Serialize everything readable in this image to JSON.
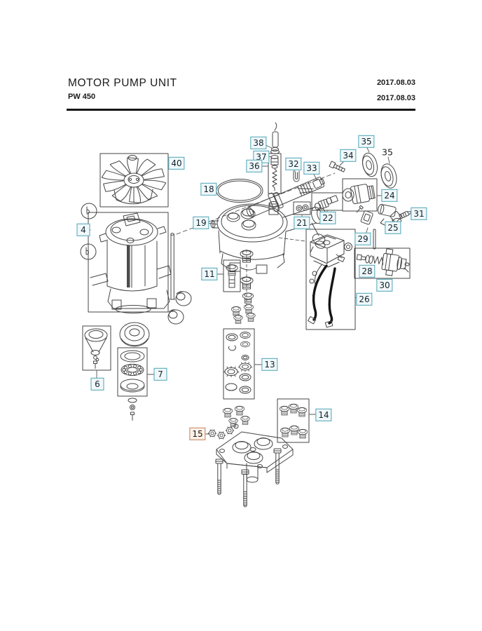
{
  "header": {
    "title": "MOTOR PUMP UNIT",
    "model": "PW 450",
    "date_line1": "2017.08.03",
    "date_line2": "2017.08.03"
  },
  "diagram": {
    "callouts": [
      {
        "num": "40"
      },
      {
        "num": "38"
      },
      {
        "num": "37"
      },
      {
        "num": "36"
      },
      {
        "num": "32"
      },
      {
        "num": "33"
      },
      {
        "num": "34"
      },
      {
        "num": "35"
      },
      {
        "num": "35"
      },
      {
        "num": "18"
      },
      {
        "num": "19"
      },
      {
        "num": "21"
      },
      {
        "num": "22"
      },
      {
        "num": "24"
      },
      {
        "num": "31"
      },
      {
        "num": "25"
      },
      {
        "num": "29"
      },
      {
        "num": "28"
      },
      {
        "num": "30"
      },
      {
        "num": "26"
      },
      {
        "num": "4"
      },
      {
        "num": "11"
      },
      {
        "num": "6"
      },
      {
        "num": "7"
      },
      {
        "num": "13"
      },
      {
        "num": "14"
      },
      {
        "num": "15"
      }
    ],
    "colors": {
      "callout_border": "#4da6b8",
      "callout_bg": "#f1f8fa",
      "callout_text": "#10222e",
      "highlight_border": "#c9815a",
      "highlight_bg": "#fbf1e9",
      "line_art": "#454545"
    }
  }
}
